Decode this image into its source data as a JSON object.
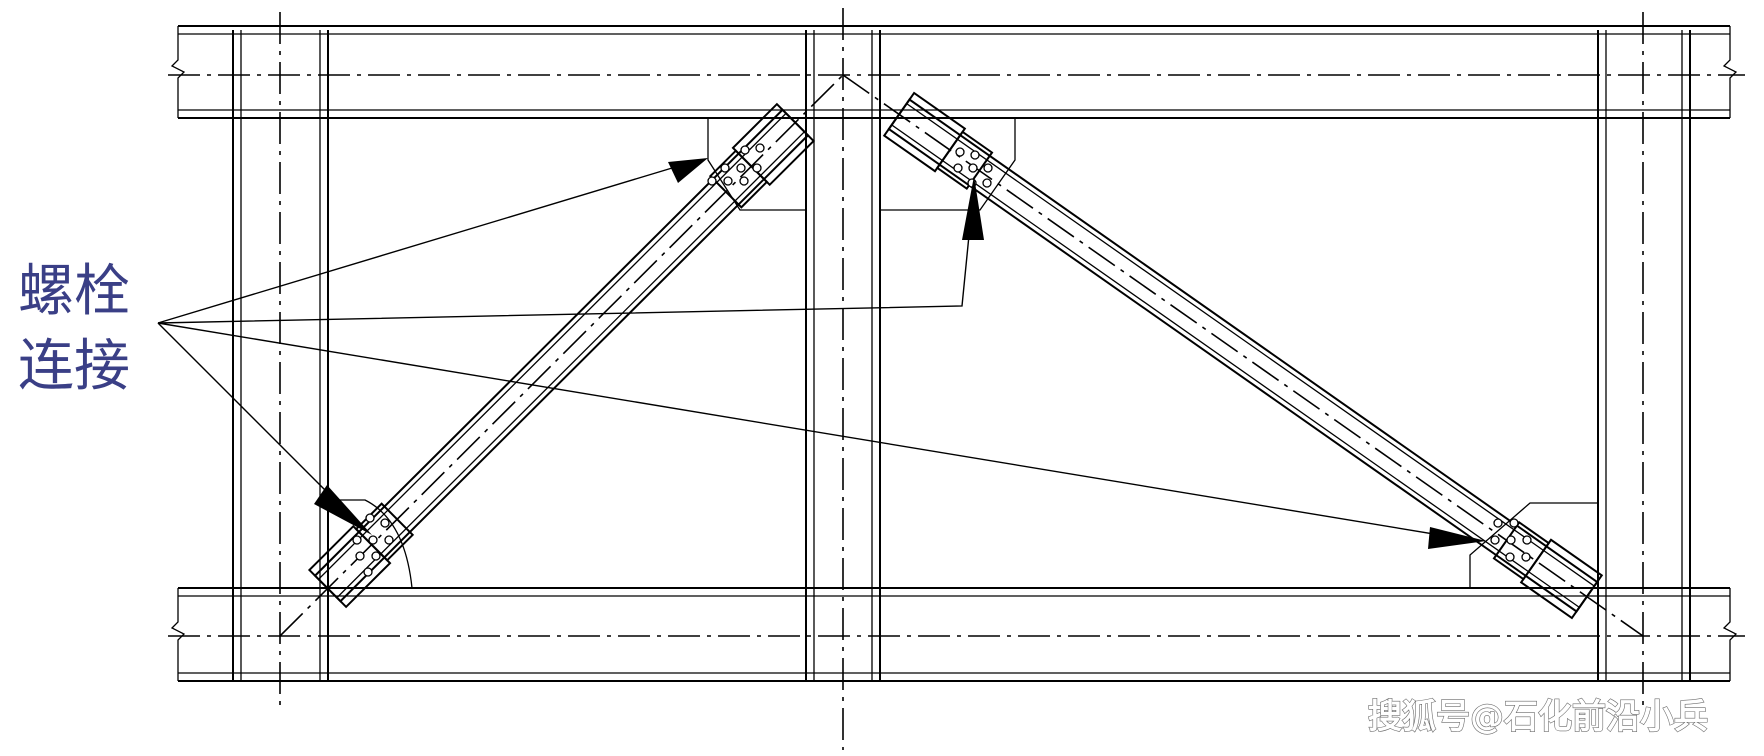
{
  "annotation": {
    "line1": "螺栓",
    "line2": "连接"
  },
  "watermark": "搜狐号@石化前沿小兵",
  "colors": {
    "line": "#000000",
    "annotation_text": "#3a3f86"
  }
}
